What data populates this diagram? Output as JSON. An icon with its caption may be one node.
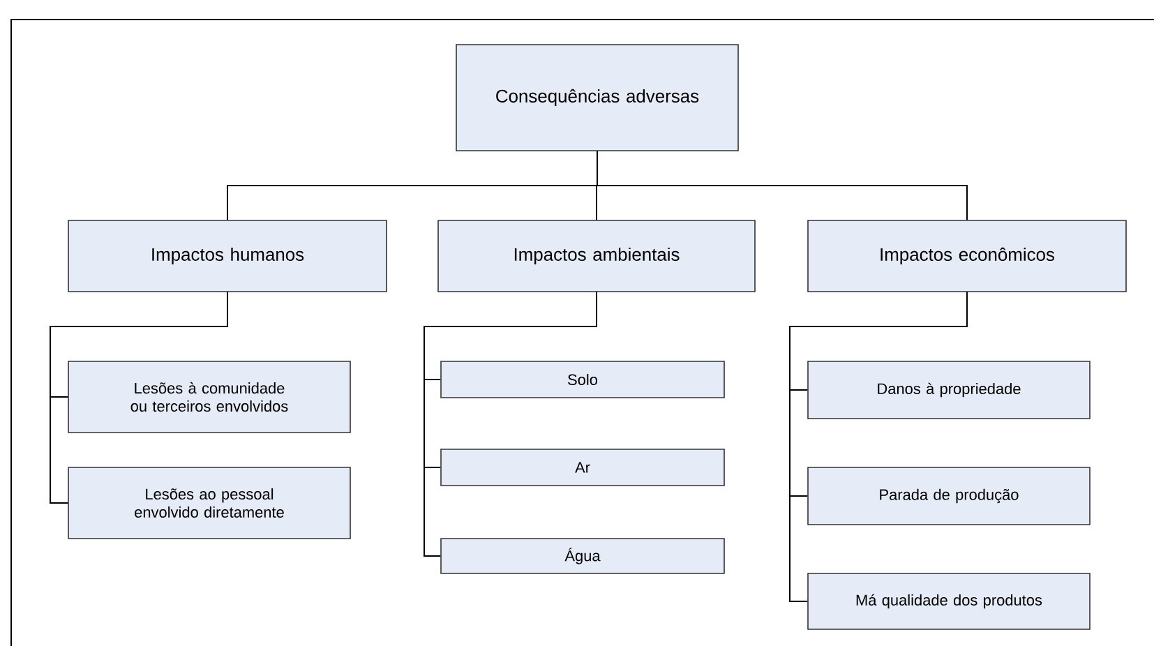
{
  "diagram": {
    "nodes": [
      {
        "text": [
          "Consequências adversas"
        ]
      },
      {
        "text": [
          "Impactos humanos"
        ]
      },
      {
        "text": [
          "Impactos ambientais"
        ]
      },
      {
        "text": [
          "Impactos econômicos"
        ]
      },
      {
        "text": [
          "Lesões à comunidade ou terceiros envolvidos"
        ]
      },
      {
        "text": [
          "Lesões ao pessoal envolvido diretamente"
        ]
      },
      {
        "text": [
          "Solo"
        ]
      },
      {
        "text": [
          "Ar"
        ]
      },
      {
        "text": [
          "Água"
        ]
      },
      {
        "text": [
          "Danos à propriedade"
        ]
      },
      {
        "text": [
          "Parada de produção"
        ]
      },
      {
        "text": [
          "Má qualidade dos produtos"
        ]
      }
    ],
    "edges": [
      {
        "from": 0,
        "to": 1,
        "arrow": "none"
      },
      {
        "from": 0,
        "to": 2,
        "arrow": "none"
      },
      {
        "from": 0,
        "to": 3,
        "arrow": "none"
      },
      {
        "from": 1,
        "to": 4,
        "arrow": "none"
      },
      {
        "from": 1,
        "to": 5,
        "arrow": "none"
      },
      {
        "from": 2,
        "to": 6,
        "arrow": "none"
      },
      {
        "from": 2,
        "to": 7,
        "arrow": "none"
      },
      {
        "from": 2,
        "to": 8,
        "arrow": "none"
      },
      {
        "from": 3,
        "to": 9,
        "arrow": "none"
      },
      {
        "from": 3,
        "to": 10,
        "arrow": "none"
      },
      {
        "from": 3,
        "to": 11,
        "arrow": "none"
      }
    ]
  }
}
